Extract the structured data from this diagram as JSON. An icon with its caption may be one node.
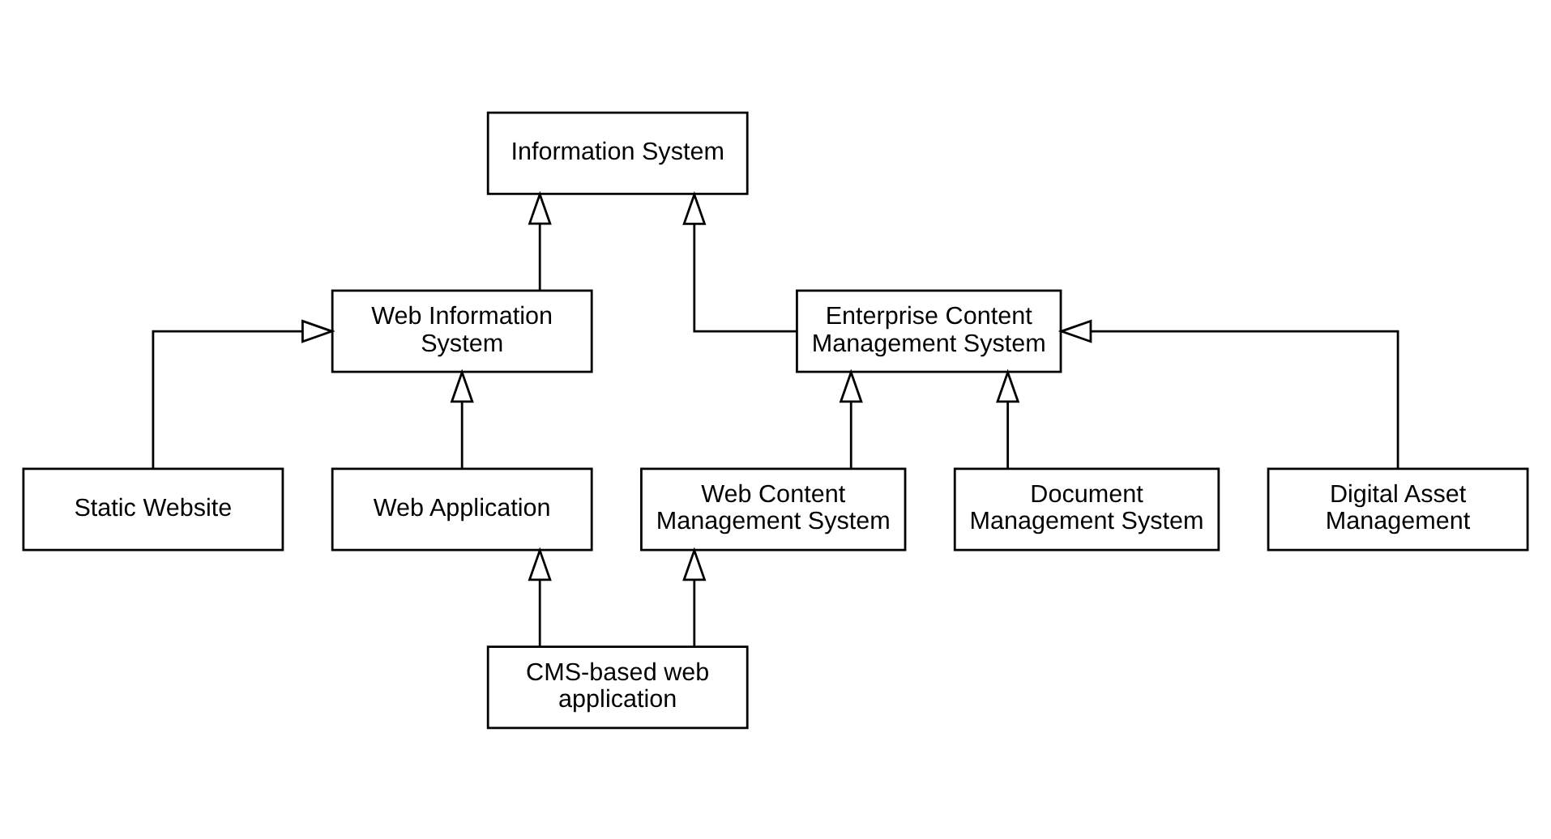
{
  "diagram": {
    "nodes": [
      {
        "text": [
          "Information System"
        ]
      },
      {
        "text": [
          "Web Information System"
        ]
      },
      {
        "text": [
          "Enterprise Content Management System"
        ]
      },
      {
        "text": [
          "Static Website"
        ]
      },
      {
        "text": [
          "Web Application"
        ]
      },
      {
        "text": [
          "Web Content Management System"
        ]
      },
      {
        "text": [
          "Document Management System"
        ]
      },
      {
        "text": [
          "Digital Asset Management"
        ]
      },
      {
        "text": [
          "CMS-based web application"
        ]
      }
    ],
    "edges": [
      {
        "from": 1,
        "to": 0,
        "arrow": "to"
      },
      {
        "from": 2,
        "to": 0,
        "arrow": "to"
      },
      {
        "from": 3,
        "to": 1,
        "arrow": "to"
      },
      {
        "from": 4,
        "to": 1,
        "arrow": "to"
      },
      {
        "from": 5,
        "to": 2,
        "arrow": "to"
      },
      {
        "from": 6,
        "to": 2,
        "arrow": "to"
      },
      {
        "from": 7,
        "to": 2,
        "arrow": "to"
      },
      {
        "from": 8,
        "to": 4,
        "arrow": "to"
      },
      {
        "from": 8,
        "to": 5,
        "arrow": "to"
      }
    ]
  }
}
